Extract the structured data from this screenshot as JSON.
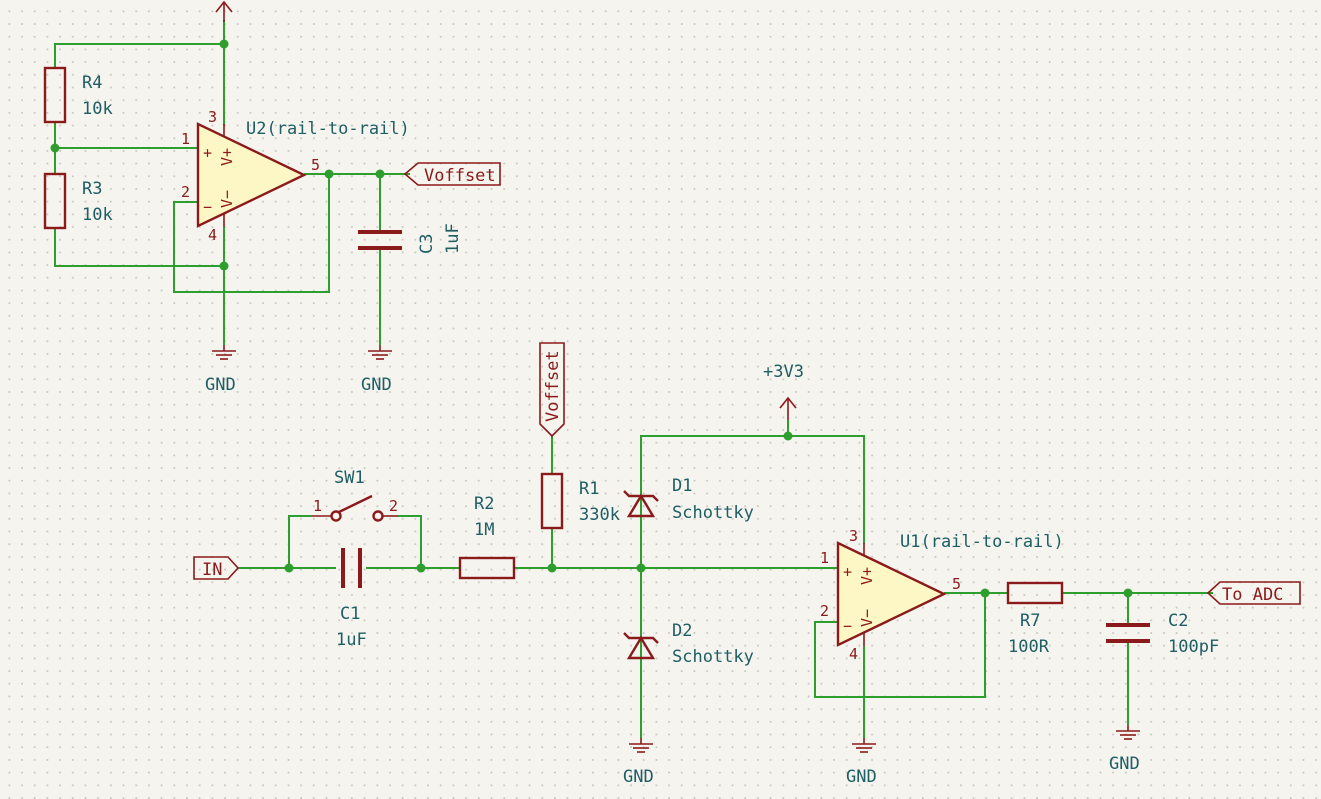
{
  "labels": {
    "voffset_u2": "Voffset",
    "voffset_r1": "Voffset",
    "in": "IN",
    "to_adc": "To_ADC"
  },
  "power": {
    "gnd_u2": "GND",
    "gnd_c3": "GND",
    "vcc_u1": "+3V3",
    "gnd_d2": "GND",
    "gnd_u1": "GND",
    "gnd_c2": "GND"
  },
  "components": {
    "r4": {
      "ref": "R4",
      "value": "10k"
    },
    "r3": {
      "ref": "R3",
      "value": "10k"
    },
    "u2": {
      "ref": "U2(rail-to-rail)",
      "pin_plus": "1",
      "pin_minus": "2",
      "pin_vpos": "3",
      "pin_vneg": "4",
      "pin_out": "5"
    },
    "c3": {
      "ref": "C3",
      "value": "1uF"
    },
    "sw1": {
      "ref": "SW1",
      "pin1": "1",
      "pin2": "2"
    },
    "c1": {
      "ref": "C1",
      "value": "1uF"
    },
    "r2": {
      "ref": "R2",
      "value": "1M"
    },
    "r1": {
      "ref": "R1",
      "value": "330k"
    },
    "d1": {
      "ref": "D1",
      "value": "Schottky"
    },
    "d2": {
      "ref": "D2",
      "value": "Schottky"
    },
    "u1": {
      "ref": "U1(rail-to-rail)",
      "pin_plus": "1",
      "pin_minus": "2",
      "pin_vpos": "3",
      "pin_vneg": "4",
      "pin_out": "5"
    },
    "r7": {
      "ref": "R7",
      "value": "100R"
    },
    "c2": {
      "ref": "C2",
      "value": "100pF"
    }
  },
  "opamp_marks": {
    "plus": "+",
    "minus": "−",
    "vpos": "V+",
    "vneg": "V−"
  },
  "colors": {
    "wire": "#2e9e2e",
    "symbol": "#8b1a1a",
    "body_fill": "#fdf7c6",
    "text": "#1e5e64",
    "background": "#f5f4ef"
  }
}
